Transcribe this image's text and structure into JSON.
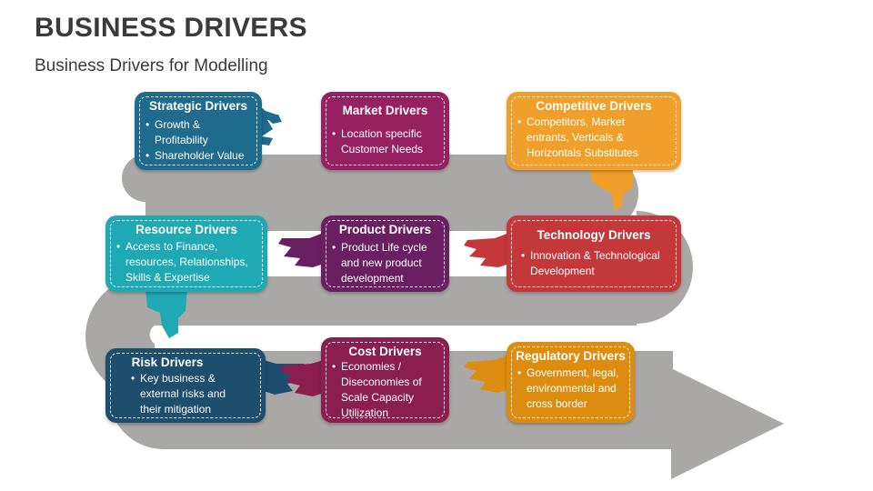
{
  "title": "BUSINESS DRIVERS",
  "subtitle": "Business Drivers for Modelling",
  "colors": {
    "strategic": "#1f6b8e",
    "market": "#962060",
    "competitive": "#f0a02a",
    "resource": "#1fa9b5",
    "product": "#6b1f63",
    "technology": "#c4383a",
    "risk": "#1e4e6e",
    "cost": "#8b1d4f",
    "regulatory": "#dd8c10",
    "path": "#aaa7a7"
  },
  "drivers": {
    "strategic": {
      "title": "Strategic Drivers",
      "bullets": [
        "Growth & Profitability",
        "Shareholder Value"
      ],
      "pointer": "hand-point-right-icon"
    },
    "market": {
      "title": "Market Drivers",
      "bullets": [
        "Location specific Customer Needs"
      ],
      "pointer": "hand-point-left-icon"
    },
    "competitive": {
      "title": "Competitive Drivers",
      "bullets": [
        "Competitors, Market entrants, Verticals & Horizontals Substitutes"
      ],
      "pointer": "hand-point-down-icon"
    },
    "resource": {
      "title": "Resource Drivers",
      "bullets": [
        "Access to Finance, resources, Relationships, Skills & Expertise"
      ],
      "pointer": "hand-point-up-icon"
    },
    "product": {
      "title": "Product Drivers",
      "bullets": [
        "Product Life cycle and new product development"
      ],
      "pointer": "hand-point-left-icon"
    },
    "technology": {
      "title": "Technology Drivers",
      "bullets": [
        "Innovation & Technological Development"
      ],
      "pointer": "hand-point-left-icon"
    },
    "risk": {
      "title": "Risk Drivers",
      "bullets": [
        "Key business & external risks and their mitigation"
      ],
      "pointer": "hand-point-right-icon"
    },
    "cost": {
      "title": "Cost Drivers",
      "bullets": [
        "Economies / Diseconomies of Scale Capacity Utilization"
      ],
      "pointer": "hand-point-left-icon"
    },
    "regulatory": {
      "title": "Regulatory Drivers",
      "bullets": [
        "Government, legal, environmental and cross border"
      ],
      "pointer": "hand-point-left-icon"
    }
  }
}
